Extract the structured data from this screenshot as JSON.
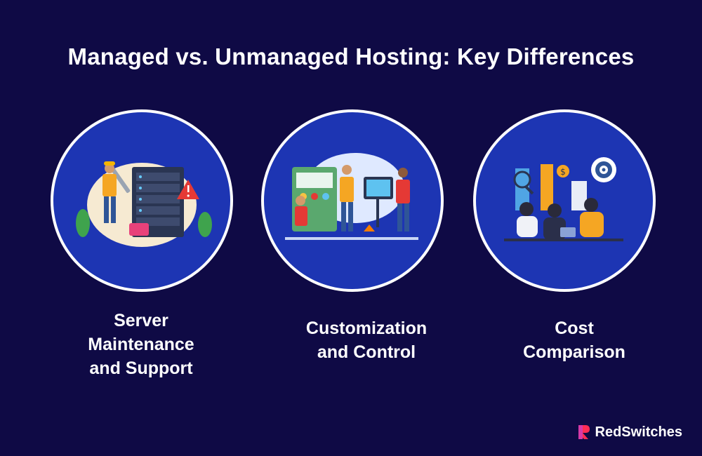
{
  "title": "Managed vs. Unmanaged Hosting: Key Differences",
  "cards": [
    {
      "line1": "Server",
      "line2": "Maintenance",
      "line3": "and Support"
    },
    {
      "line1": "Customization",
      "line2": "and Control"
    },
    {
      "line1": "Cost",
      "line2": "Comparison"
    }
  ],
  "brand": {
    "name": "RedSwitches",
    "logo_icon": "redswitches-logo"
  },
  "colors": {
    "background": "#0f0a45",
    "circle": "#1d35b3",
    "accent": "#ff2d55"
  }
}
